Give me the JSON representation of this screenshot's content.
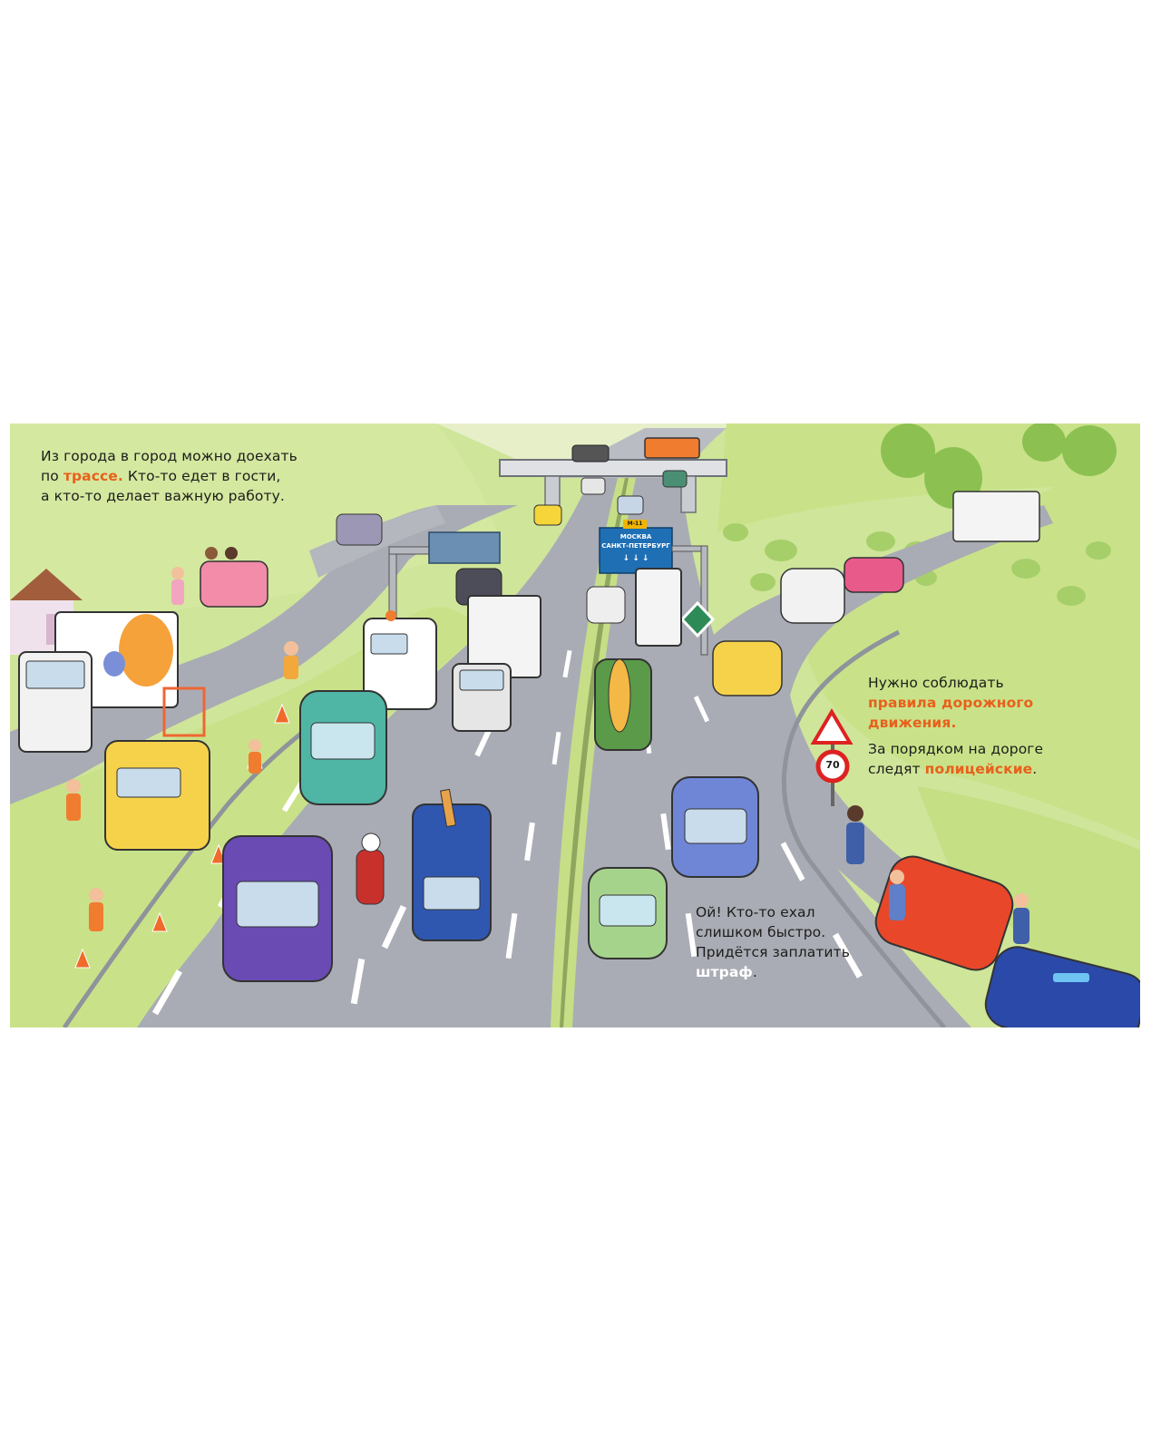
{
  "texts": {
    "intro": {
      "line1": "Из города в город можно доехать",
      "line2_before": "по ",
      "line2_highlight": "трассе.",
      "line2_after": " Кто-то едет в гости,",
      "line3": "а кто-то делает важную работу."
    },
    "rules": {
      "line1": "Нужно соблюдать",
      "line2_highlight": "правила дорожного",
      "line3_highlight": "движения."
    },
    "police": {
      "line1": "За порядком на дороге",
      "line2_before": "следят ",
      "line2_highlight": "полицейские",
      "line2_after": "."
    },
    "fine": {
      "line1": "Ой! Кто-то ехал",
      "line2": "слишком быстро.",
      "line3": "Придётся заплатить",
      "line4_highlight": "штраф",
      "line4_after": "."
    }
  },
  "signs": {
    "direction_line1": "МОСКВА",
    "direction_line2": "САНКТ-ПЕТЕРБУРГ",
    "road_number": "М-11",
    "speed_limit": "70"
  },
  "colors": {
    "highlight": "#e8601c",
    "grass": "#cfe59a",
    "road": "#a9acb4",
    "sign_blue": "#1f6fb5"
  }
}
